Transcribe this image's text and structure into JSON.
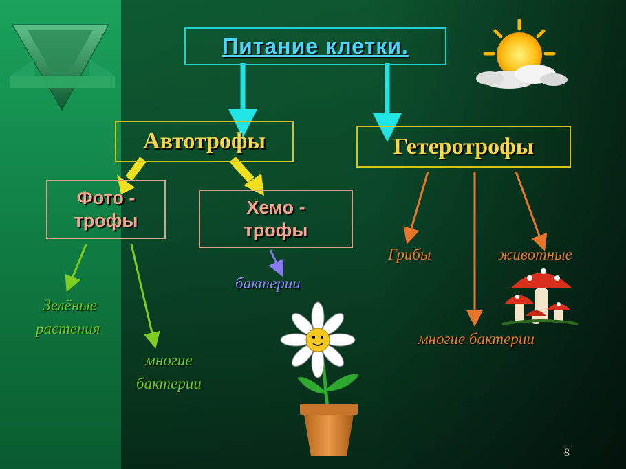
{
  "title": "Питание клетки.",
  "autotrophs": "Автотрофы",
  "heterotrophs": "Гетеротрофы",
  "foto": {
    "line1": "Фото -",
    "line2": "трофы"
  },
  "chemo": {
    "line1": "Хемо -",
    "line2": "трофы"
  },
  "labels": {
    "green_plants_1": "Зелёные",
    "green_plants_2": "растения",
    "many_bacteria_1": "многие",
    "many_bacteria_2": "бактерии",
    "bacteria": "бактерии",
    "fungi": "Грибы",
    "animals": "животные",
    "many_bacteria_hetero": "многие бактерии"
  },
  "page_number": "8",
  "colors": {
    "title": "#4cd6ff",
    "box_text": "#f5d54a",
    "foto_text": "#f2a58c",
    "chemo_text": "#f2a58c",
    "green_label": "#66cc22",
    "bacteria_label": "#8888ff",
    "orange_label": "#e87a2a",
    "cyan_arrow": "#22e4e4",
    "yellow_arrow": "#f0e020"
  },
  "icons": [
    "green-triangle-logo-icon",
    "sun-cloud-icon",
    "mushroom-icon",
    "daisy-flower-icon"
  ]
}
